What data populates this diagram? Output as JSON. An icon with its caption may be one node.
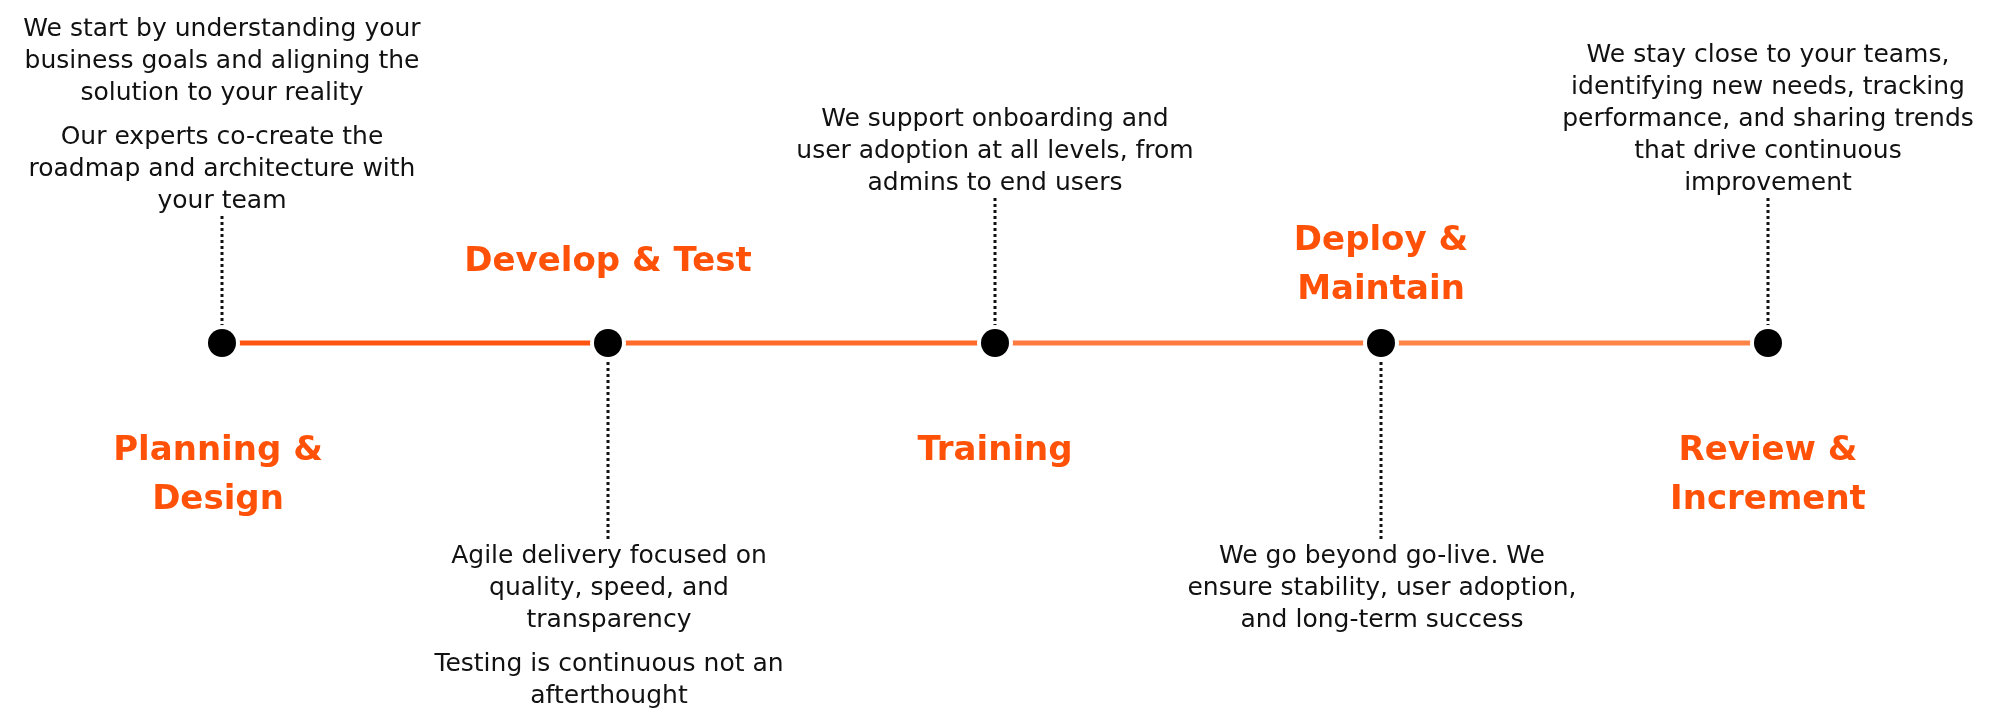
{
  "diagram": {
    "nodes": [
      {
        "text": [],
        "shape": "circle",
        "beside": [
          "Planning & Design"
        ]
      },
      {
        "text": [],
        "shape": "circle",
        "beside": [
          "Develop & Test"
        ]
      },
      {
        "text": [],
        "shape": "circle",
        "beside": [
          "Training"
        ]
      },
      {
        "text": [],
        "shape": "circle",
        "beside": [
          "Deploy & Maintain"
        ]
      },
      {
        "text": [],
        "shape": "circle",
        "beside": [
          "Review & Increment"
        ]
      },
      {
        "text": [
          "We start by understanding your business goals and aligning the solution to your reality",
          "Our experts co-create the roadmap and architecture with your team"
        ]
      },
      {
        "text": [
          "Agile delivery focused on quality, speed, and transparency",
          "Testing is continuous not an afterthought"
        ]
      },
      {
        "text": [
          "We support onboarding and user adoption at all levels, from admins to end users"
        ]
      },
      {
        "text": [
          "We go beyond go-live. We ensure stability, user adoption, and long-term success"
        ]
      },
      {
        "text": [
          "We stay close to your teams, identifying new needs, tracking performance, and sharing trends that drive continuous improvement"
        ]
      }
    ],
    "edges": [
      {
        "from": 0,
        "to": 1,
        "arrow": "none",
        "color": "#ff5410"
      },
      {
        "from": 1,
        "to": 2,
        "arrow": "none",
        "color": "#ff6a2b"
      },
      {
        "from": 2,
        "to": 3,
        "arrow": "none",
        "color": "#ff7a3e"
      },
      {
        "from": 3,
        "to": 4,
        "arrow": "none",
        "color": "#ff8447"
      },
      {
        "from": 5,
        "to": 0,
        "arrow": "none",
        "style": "dashed"
      },
      {
        "from": 6,
        "to": 1,
        "arrow": "none",
        "style": "dashed"
      },
      {
        "from": 7,
        "to": 2,
        "arrow": "none",
        "style": "dashed"
      },
      {
        "from": 8,
        "to": 3,
        "arrow": "none",
        "style": "dashed"
      },
      {
        "from": 9,
        "to": 4,
        "arrow": "none",
        "style": "dashed"
      }
    ]
  }
}
